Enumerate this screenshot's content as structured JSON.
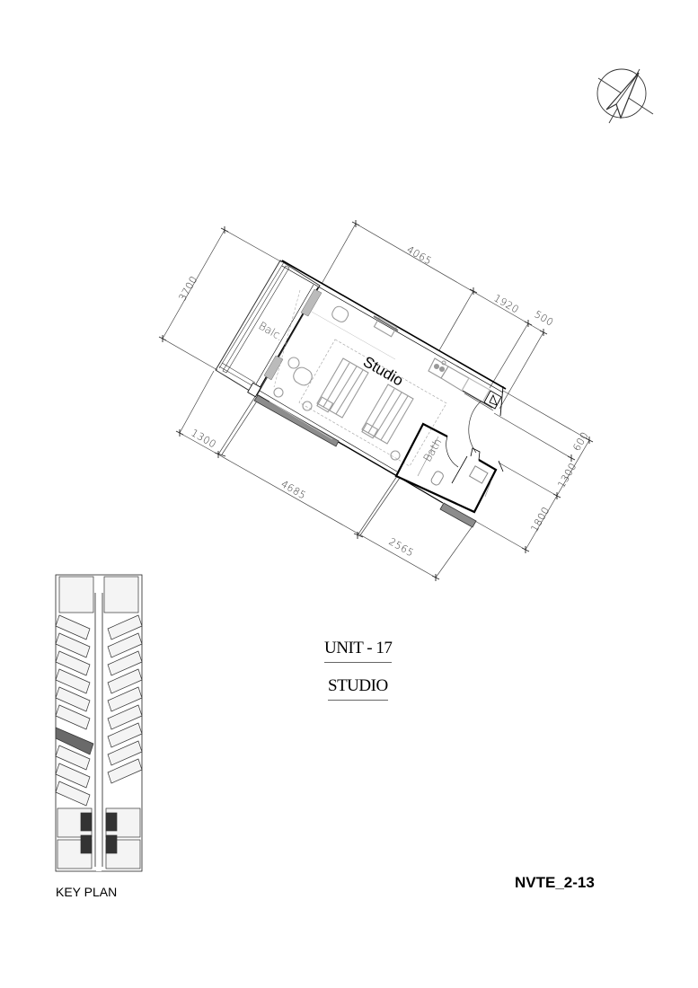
{
  "drawing": {
    "type": "architectural floor plan",
    "unit_label": "UNIT - 17",
    "unit_type": "STUDIO",
    "sheet_code": "NVTE_2-13",
    "key_plan_label": "KEY PLAN",
    "north_arrow_icon": "north-arrow-icon"
  },
  "rooms": {
    "studio": "Studio",
    "balcony": "Balc.",
    "bath": "Bath"
  },
  "dimensions": {
    "balcony_depth": "3700",
    "top_main": "4065",
    "top_mid": "1920",
    "top_end": "500",
    "left_small": "1300",
    "bottom_main": "4685",
    "bottom_bath": "2565",
    "right_top": "600",
    "right_mid": "1300",
    "right_bottom": "1800"
  },
  "colors": {
    "line": "#000000",
    "furniture": "#9a9a9a",
    "window_fill": "#8c8c8c",
    "dim_line": "#444444"
  }
}
